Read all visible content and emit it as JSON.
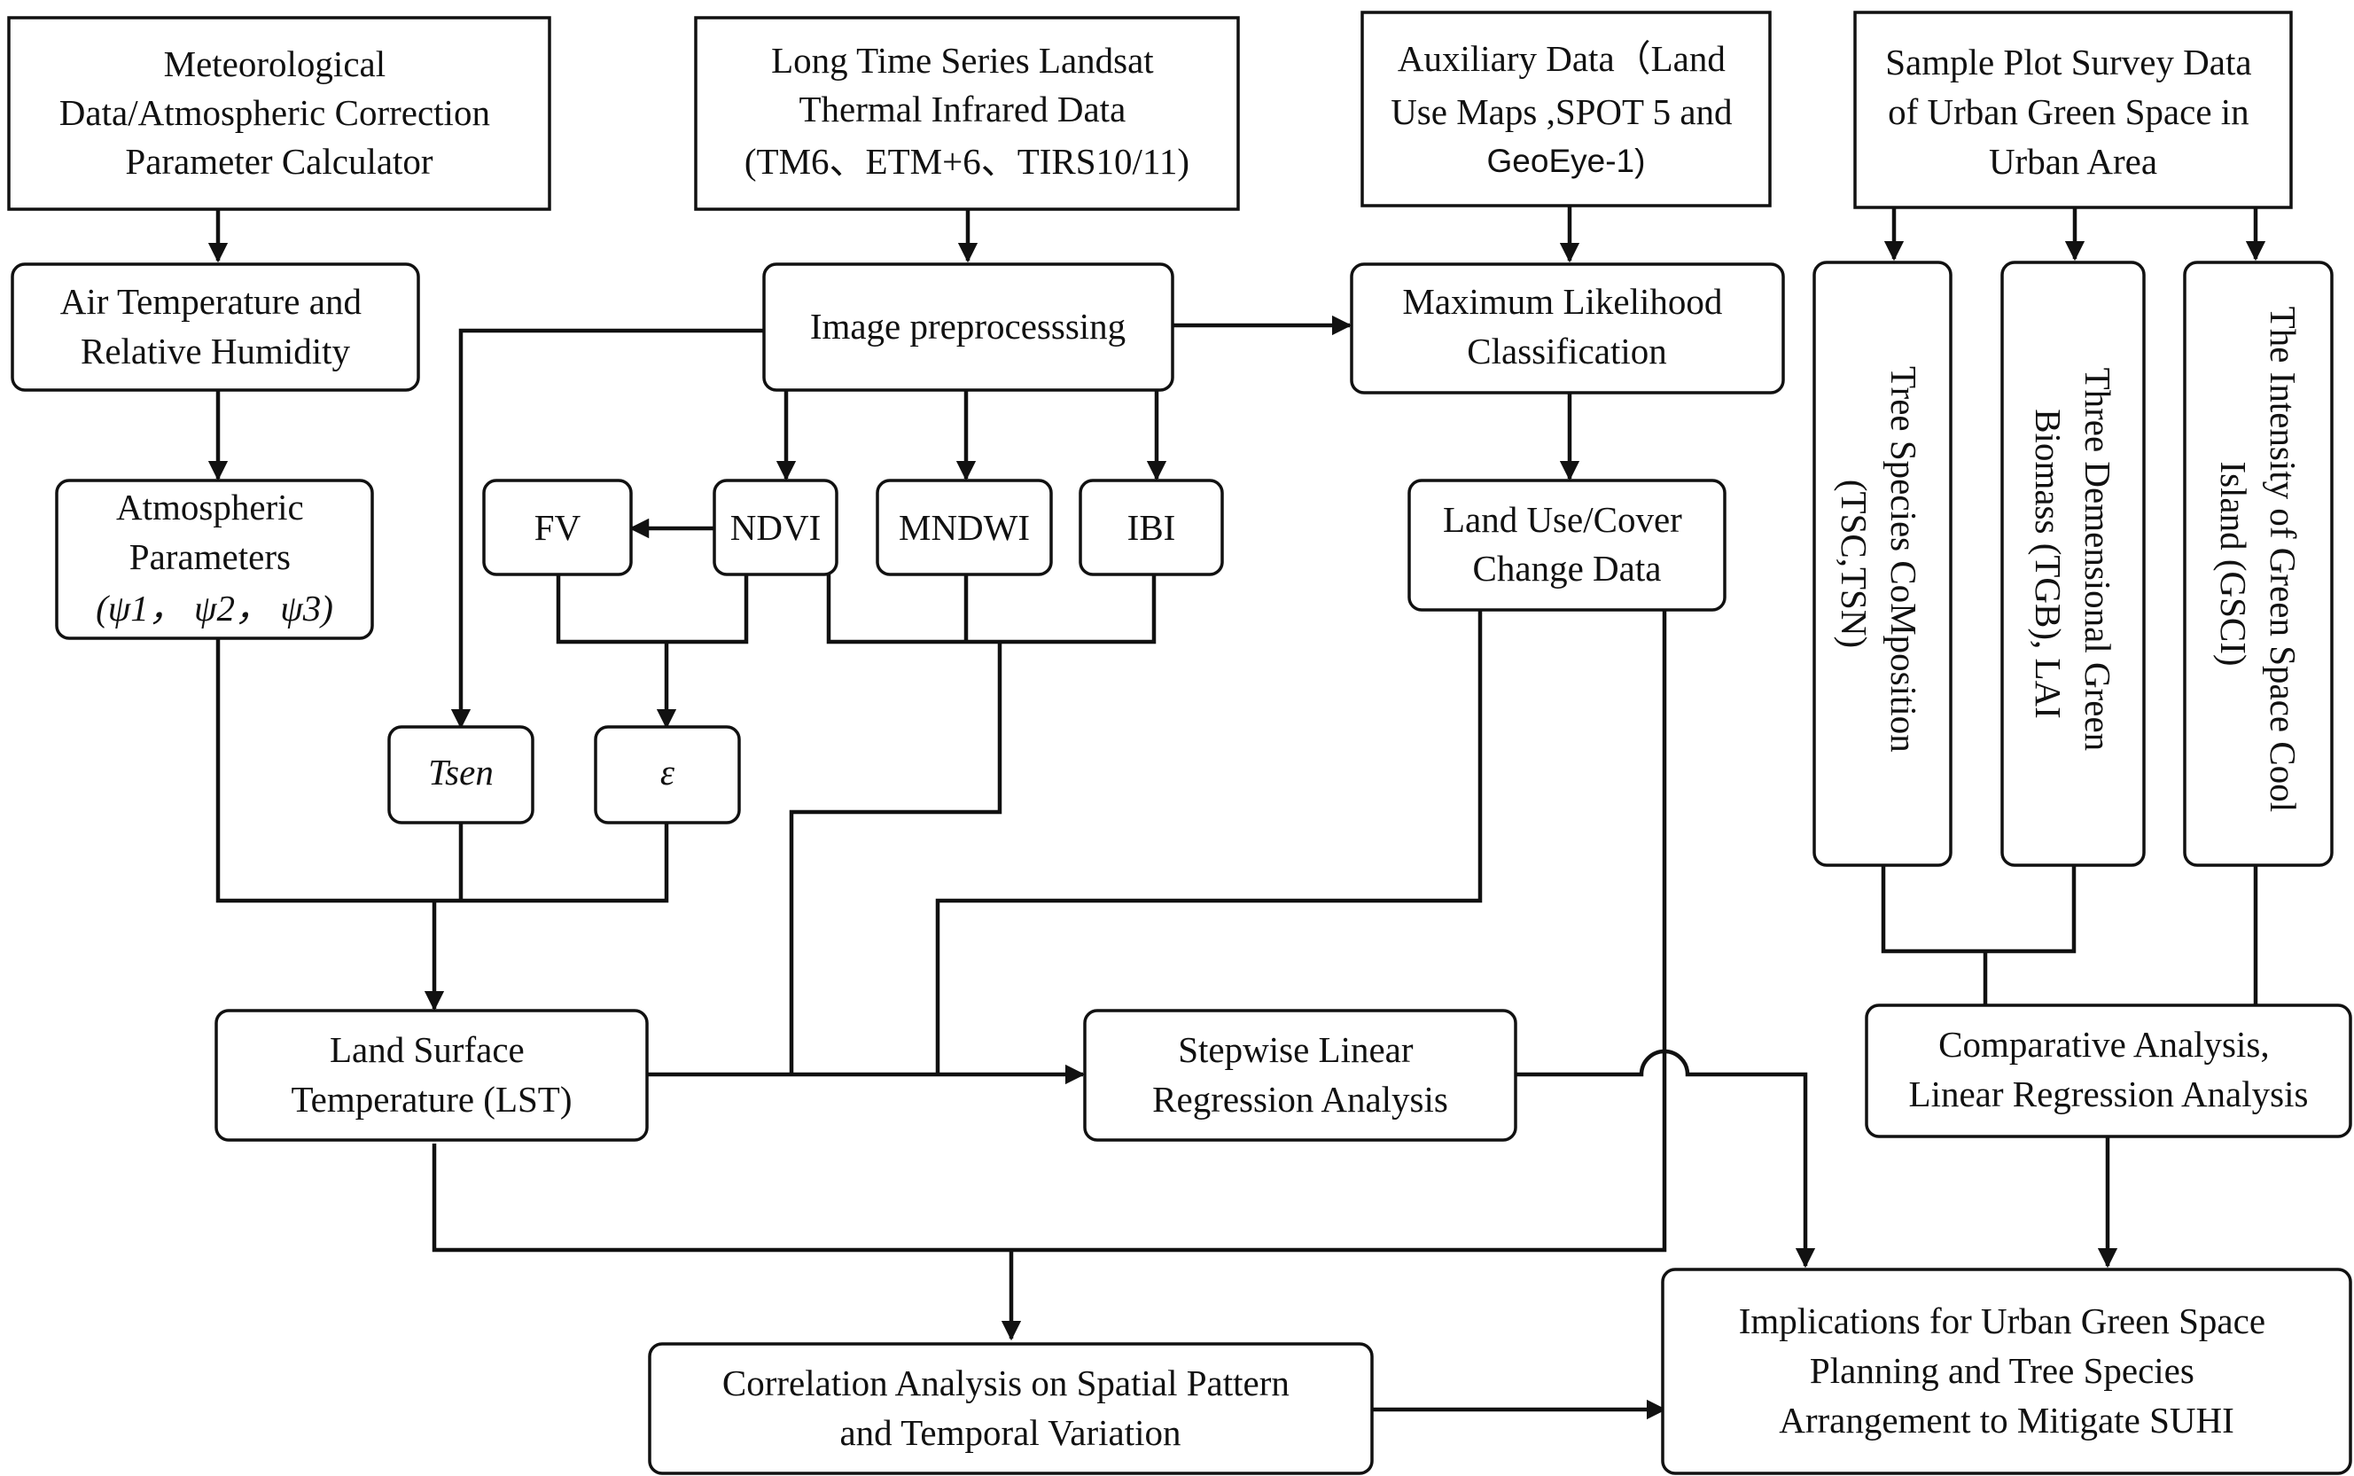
{
  "diagram": {
    "meteorological_data": [
      "Meteorological",
      "Data/Atmospheric Correction",
      "Parameter Calculator"
    ],
    "landsat_data": [
      "Long Time Series Landsat",
      "Thermal Infrared Data",
      "(TM6、ETM+6、TIRS10/11)"
    ],
    "auxiliary_data": [
      "Auxiliary Data（Land",
      "Use Maps ,SPOT 5 and",
      "GeoEye-1)"
    ],
    "sample_plot_data": [
      "Sample Plot Survey Data",
      "of Urban Green Space in",
      "Urban Area"
    ],
    "air_temperature": [
      "Air Temperature and",
      "Relative Humidity"
    ],
    "image_preprocessing": "Image preprocesssing",
    "max_likelihood": [
      "Maximum Likelihood",
      "Classification"
    ],
    "tree_species": [
      "Tree Species CoMposition",
      "(TSC,TSN)"
    ],
    "green_biomass": [
      "Three Demensional Green",
      "Biomass (TGB), LAI"
    ],
    "cool_island": [
      "The Intensity of Green Space Cool",
      "Island (GSCI)"
    ],
    "atmospheric_params": [
      "Atmospheric",
      "Parameters",
      "(ψ1， ψ2， ψ3)"
    ],
    "fv": "FV",
    "ndvi": "NDVI",
    "mndwi": "MNDWI",
    "ibi": "IBI",
    "land_use_change": [
      "Land Use/Cover",
      "Change Data"
    ],
    "tsen": "Tsen",
    "epsilon": "ε",
    "lst": [
      "Land Surface",
      "Temperature (LST)"
    ],
    "stepwise_regression": [
      "Stepwise Linear",
      "Regression Analysis"
    ],
    "comparative_analysis": [
      "Comparative Analysis,",
      "Linear Regression Analysis"
    ],
    "correlation_analysis": [
      "Correlation Analysis on Spatial Pattern",
      "and Temporal Variation"
    ],
    "implications": [
      "Implications for Urban Green Space",
      "Planning and  Tree Species",
      "Arrangement  to Mitigate SUHI"
    ]
  }
}
